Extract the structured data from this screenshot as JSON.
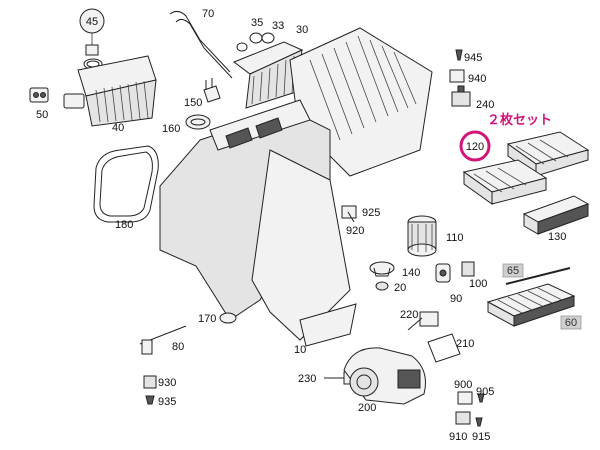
{
  "labels": {
    "p10": "10",
    "p20": "20",
    "p30": "30",
    "p33": "33",
    "p35": "35",
    "p40": "40",
    "p45": "45",
    "p50": "50",
    "p60": "60",
    "p65": "65",
    "p70": "70",
    "p80": "80",
    "p90": "90",
    "p100": "100",
    "p110": "110",
    "p120": "120",
    "p130": "130",
    "p140": "140",
    "p150": "150",
    "p160": "160",
    "p170": "170",
    "p180": "180",
    "p200": "200",
    "p210": "210",
    "p220": "220",
    "p230": "230",
    "p240": "240",
    "p900": "900",
    "p905": "905",
    "p910": "910",
    "p915": "915",
    "p920": "920",
    "p925": "925",
    "p930": "930",
    "p935": "935",
    "p940": "940",
    "p945": "945"
  },
  "callout": {
    "text": "２枚セット",
    "color": "#d4147a"
  },
  "colors": {
    "highlight": "#d4147a",
    "tag_gray": "#cfcfcf"
  }
}
